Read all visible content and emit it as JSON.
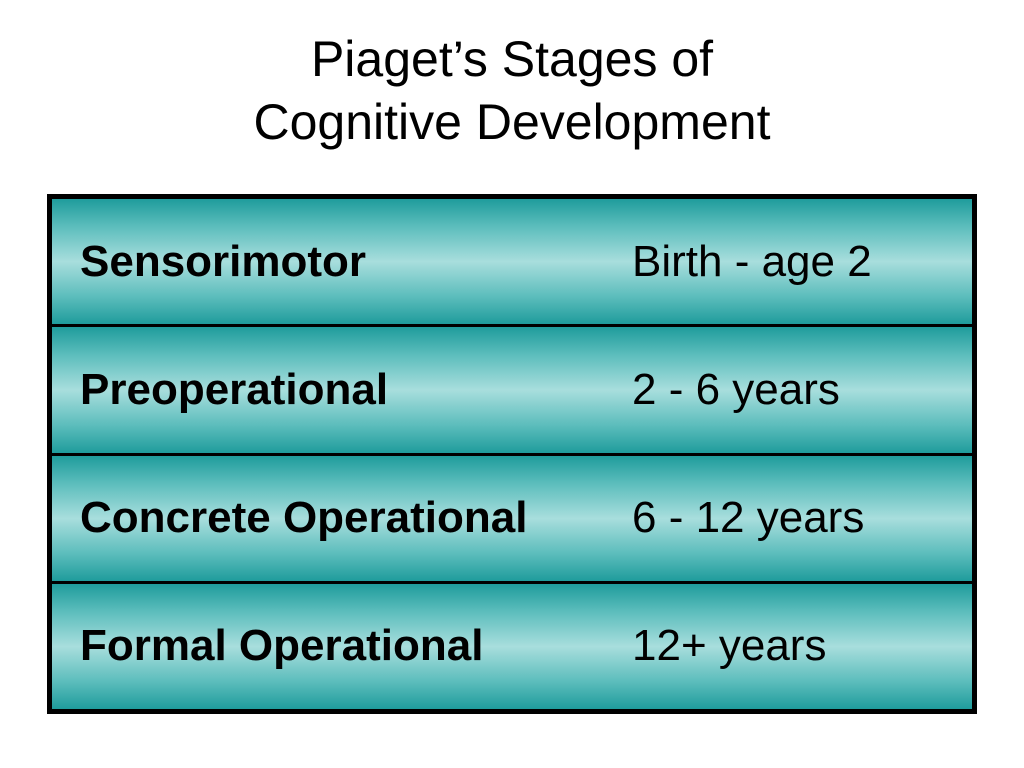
{
  "title": {
    "line1": "Piaget’s Stages of",
    "line2": "Cognitive Development"
  },
  "stages": [
    {
      "name": "Sensorimotor",
      "age": "Birth - age 2"
    },
    {
      "name": "Preoperational",
      "age": "2 - 6 years"
    },
    {
      "name": "Concrete Operational",
      "age": "6 - 12 years"
    },
    {
      "name": "Formal Operational",
      "age": "12+ years"
    }
  ],
  "colors": {
    "row_edge": "#1f9c9c",
    "row_center": "#a8dedd",
    "border": "#000000"
  }
}
